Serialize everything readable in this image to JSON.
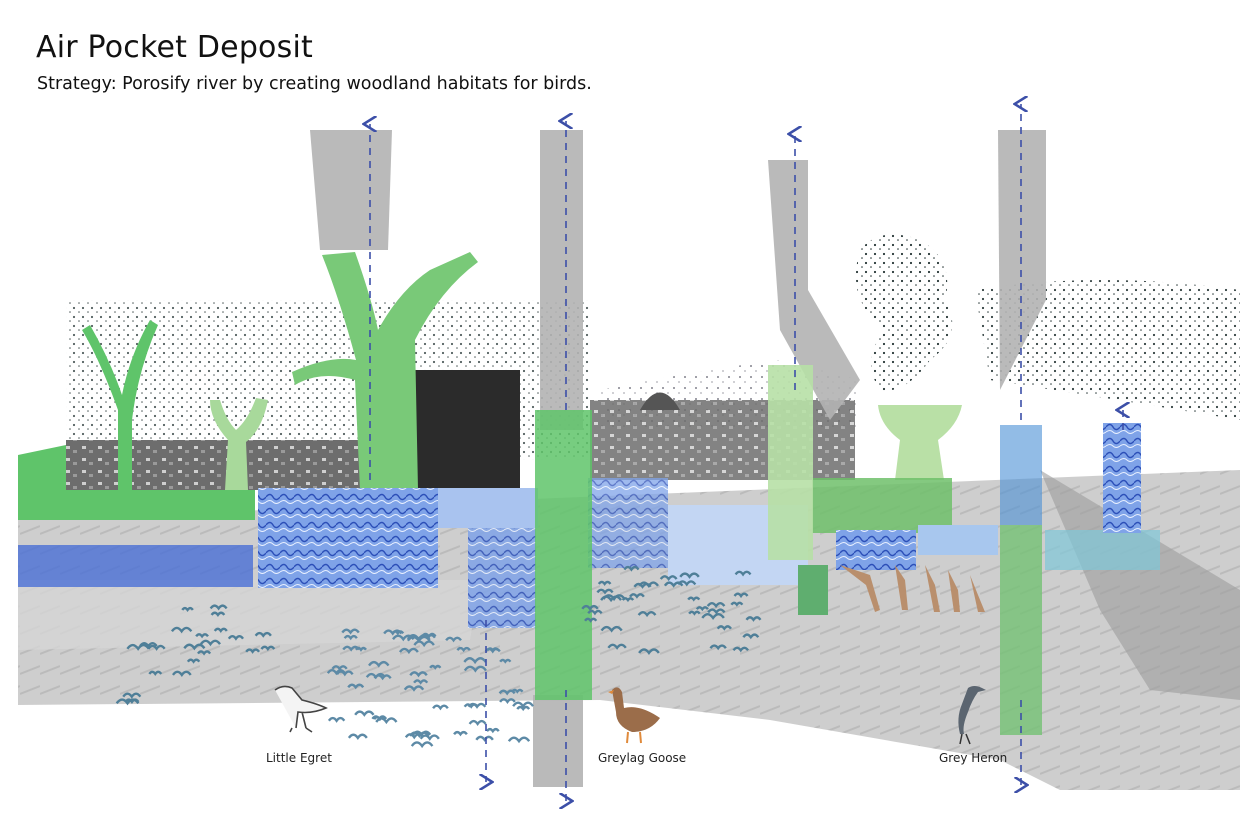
{
  "header": {
    "title": "Air Pocket Deposit",
    "subtitle": "Strategy: Porosify river by creating woodland habitats for birds."
  },
  "species": [
    {
      "label": "Little Egret"
    },
    {
      "label": "Greylag Goose"
    },
    {
      "label": "Grey Heron"
    }
  ],
  "palette": {
    "green": "#5fc46a",
    "pale_green": "#b7e0a6",
    "blue": "#4a6fd6",
    "light_blue": "#8fb4ea",
    "grey": "#bdbdbd",
    "dark_grey": "#7a7a7a",
    "arrow": "#3c4fa8"
  },
  "icons": [
    "bird-flock",
    "tree",
    "egret",
    "goose",
    "heron",
    "dashed-arrow"
  ]
}
